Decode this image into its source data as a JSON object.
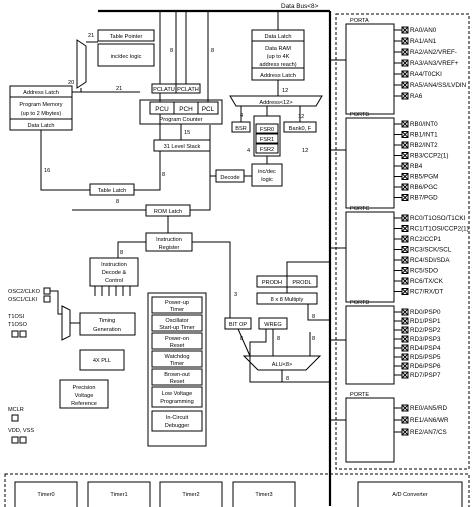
{
  "top": {
    "data_bus": "Data Bus<8>"
  },
  "left": {
    "table_pointer": "Table Pointer",
    "inc_dec_logic": "inc/dec logic",
    "address_latch": "Address Latch",
    "program_memory": [
      "Program Memory",
      "(up to 2 Mbytes)"
    ],
    "data_latch": "Data Latch",
    "table_latch": "Table Latch",
    "rom_latch": "ROM Latch",
    "instruction_register": [
      "Instruction",
      "Register"
    ],
    "instruction_decode": [
      "Instruction",
      "Decode &",
      "Control"
    ],
    "osc_labels": [
      "OSC2/CLKO",
      "OSC1/CLKI"
    ],
    "t1_labels": [
      "T1OSI",
      "T1OSO"
    ],
    "timing_generation": [
      "Timing",
      "Generation"
    ],
    "pll": "4X PLL",
    "precision_voltage": [
      "Precision",
      "Voltage",
      "Reference"
    ],
    "mclr": "MCLR",
    "vdd_vss": "VDD, VSS"
  },
  "center": {
    "pclatu": "PCLATU",
    "pclath": "PCLATH",
    "pcu": "PCU",
    "pch": "PCH",
    "pcl": "PCL",
    "program_counter": "Program Counter",
    "level_stack": "31 Level Stack",
    "ram_data_latch": "Data Latch",
    "data_ram": [
      "Data RAM",
      "(up to 4K",
      "address reach)"
    ],
    "ram_address_latch": "Address Latch",
    "address_bus": "Address<12>",
    "bsr": "BSR",
    "fsr0": "FSR0",
    "fsr1": "FSR1",
    "fsr2": "FSR2",
    "bank": "Bank0, F",
    "fsr_logic": [
      "inc/dec",
      "logic"
    ],
    "decode": "Decode",
    "prodh": "PRODH",
    "prodl": "PRODL",
    "multiply": "8 x 8 Multiply",
    "bitop": "BIT OP",
    "wreg": "WREG",
    "alu": "ALU<8>"
  },
  "bus_labels": [
    "21",
    "8",
    "8",
    "21",
    "20",
    "16",
    "8",
    "8",
    "12",
    "4",
    "4",
    "12",
    "8",
    "3",
    "8",
    "8",
    "8",
    "8",
    "8",
    "15"
  ],
  "timers": {
    "powerup": [
      "Power-up",
      "Timer"
    ],
    "oscillator_startup": [
      "Oscillator",
      "Start-up Timer"
    ],
    "poweron_reset": [
      "Power-on",
      "Reset"
    ],
    "watchdog": [
      "Watchdog",
      "Timer"
    ],
    "brownout": [
      "Brown-out",
      "Reset"
    ],
    "lowvoltage": [
      "Low Voltage",
      "Programming"
    ],
    "debugger": [
      "In-Circuit",
      "Debugger"
    ]
  },
  "ports": {
    "porta": {
      "name": "PORTA",
      "pins": [
        "RA0/AN0",
        "RA1/AN1",
        "RA2/AN2/VREF-",
        "RA3/AN3/VREF+",
        "RA4/T0CKI",
        "RA5/AN4/SS/LVDIN",
        "RA6"
      ]
    },
    "portb": {
      "name": "PORTB",
      "pins": [
        "RB0/INT0",
        "RB1/INT1",
        "RB2/INT2",
        "RB3/CCP2(1)",
        "RB4",
        "RB5/PGM",
        "RB6/PGC",
        "RB7/PGD"
      ]
    },
    "portc": {
      "name": "PORTC",
      "pins": [
        "RC0/T1OSO/T1CKI",
        "RC1/T1OSI/CCP2(1)",
        "RC2/CCP1",
        "RC3/SCK/SCL",
        "RC4/SDI/SDA",
        "RC5/SDO",
        "RC6/TX/CK",
        "RC7/RX/DT"
      ]
    },
    "portd": {
      "name": "PORTD",
      "pins": [
        "RD0/PSP0",
        "RD1/PSP1",
        "RD2/PSP2",
        "RD3/PSP3",
        "RD4/PSP4",
        "RD5/PSP5",
        "RD6/PSP6",
        "RD7/PSP7"
      ]
    },
    "porte": {
      "name": "PORTE",
      "pins": [
        "RE0/AN5/RD",
        "RE1/AN6/WR",
        "RE2/AN7/CS"
      ]
    }
  },
  "bottom": {
    "timer0": "Timer0",
    "timer1": "Timer1",
    "timer2": "Timer2",
    "timer3": "Timer3",
    "adc": "A/D Converter"
  }
}
